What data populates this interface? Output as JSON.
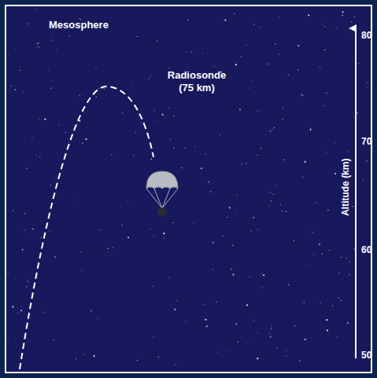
{
  "diagram": {
    "labels": [
      "Mesosphere",
      "Radiosonde (75 km)",
      "80",
      "70",
      "60",
      "50",
      "Altitude (km)"
    ]
  }
}
